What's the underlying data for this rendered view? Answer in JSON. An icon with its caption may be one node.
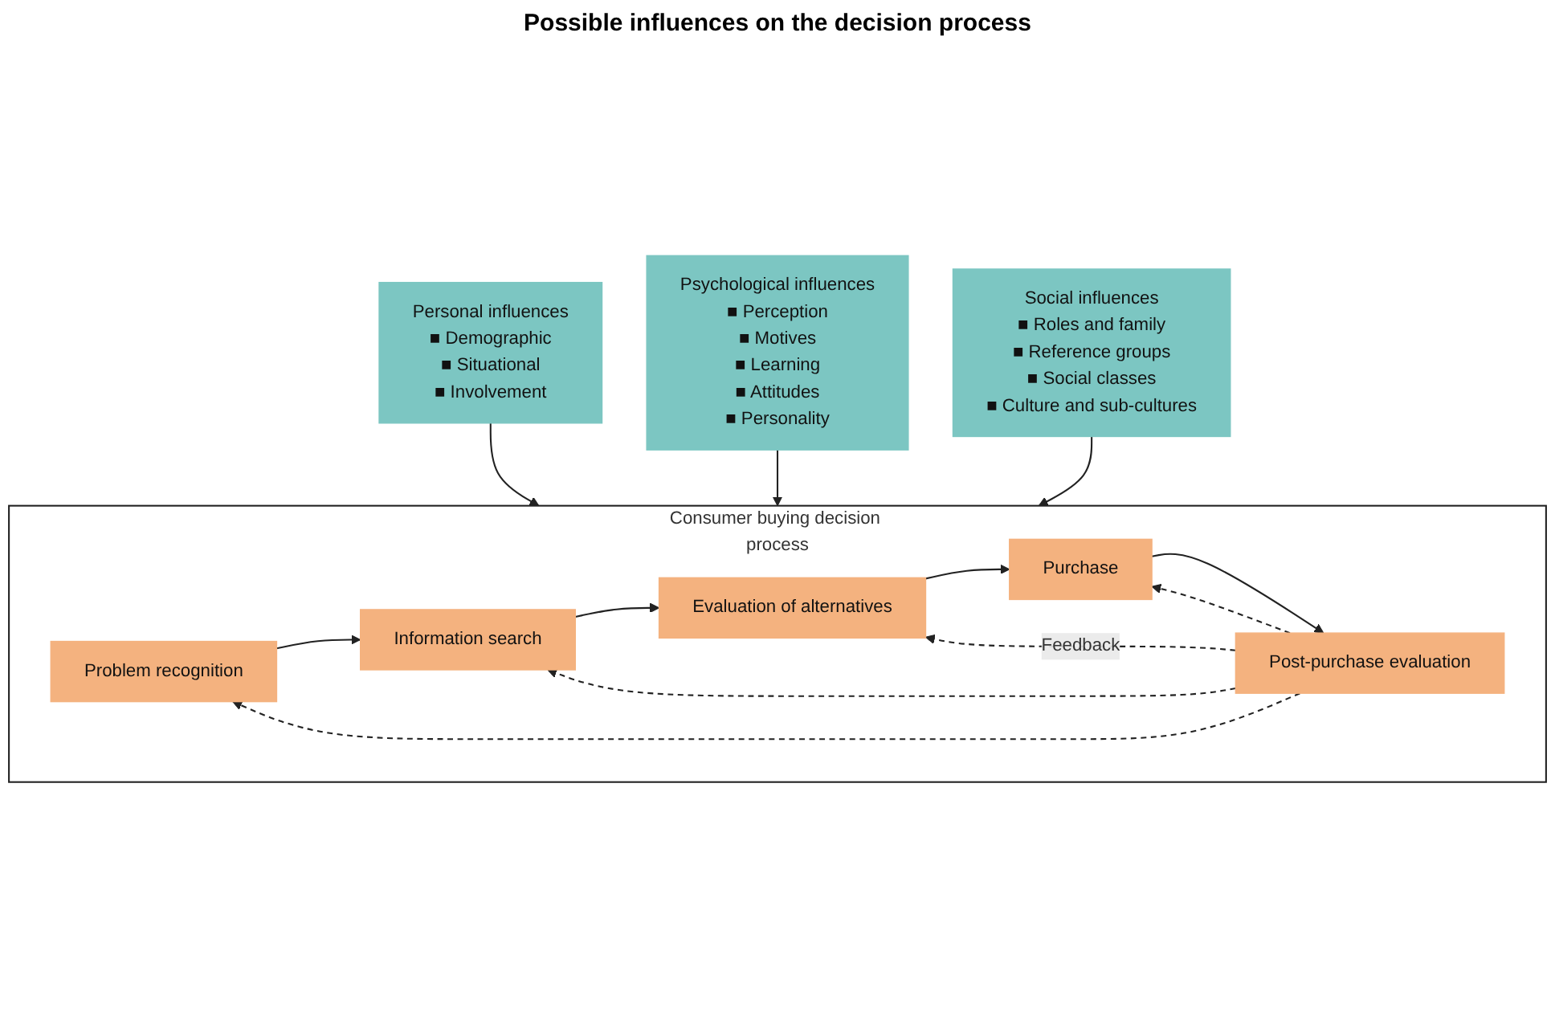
{
  "diagram": {
    "title": "Possible influences on the decision process",
    "nodes": [
      {
        "text": [
          "Personal influences",
          "■ Demographic",
          "■ Situational",
          "■ Involvement"
        ]
      },
      {
        "text": [
          "Psychological influences",
          "■ Perception",
          "■ Motives",
          "■ Learning",
          "■ Attitudes",
          "■ Personality"
        ]
      },
      {
        "text": [
          "Social influences",
          "■ Roles and family",
          "■ Reference groups",
          "■ Social classes",
          "■ Culture and sub-cultures"
        ]
      },
      {
        "text": [
          "Consumer buying decision process"
        ]
      },
      {
        "text": [
          "Problem recognition"
        ],
        "in": 3
      },
      {
        "text": [
          "Information search"
        ],
        "in": 3
      },
      {
        "text": [
          "Evaluation of alternatives"
        ],
        "in": 3
      },
      {
        "text": [
          "Purchase"
        ],
        "in": 3
      },
      {
        "text": [
          "Post-purchase evaluation"
        ],
        "in": 3
      }
    ],
    "edges": [
      {
        "from": 0,
        "to": 3,
        "arrow": "to"
      },
      {
        "from": 1,
        "to": 3,
        "arrow": "to"
      },
      {
        "from": 2,
        "to": 3,
        "arrow": "to"
      },
      {
        "from": 4,
        "to": 5,
        "arrow": "to"
      },
      {
        "from": 5,
        "to": 6,
        "arrow": "to"
      },
      {
        "from": 6,
        "to": 7,
        "arrow": "to"
      },
      {
        "from": 7,
        "to": 8,
        "arrow": "to"
      },
      {
        "from": 8,
        "to": 4,
        "arrow": "to",
        "style": "dashed"
      },
      {
        "from": 8,
        "to": 5,
        "arrow": "to",
        "style": "dashed"
      },
      {
        "from": 8,
        "to": 6,
        "arrow": "to",
        "style": "dashed",
        "label": "Feedback"
      },
      {
        "from": 8,
        "to": 7,
        "arrow": "to",
        "style": "dashed"
      }
    ]
  }
}
